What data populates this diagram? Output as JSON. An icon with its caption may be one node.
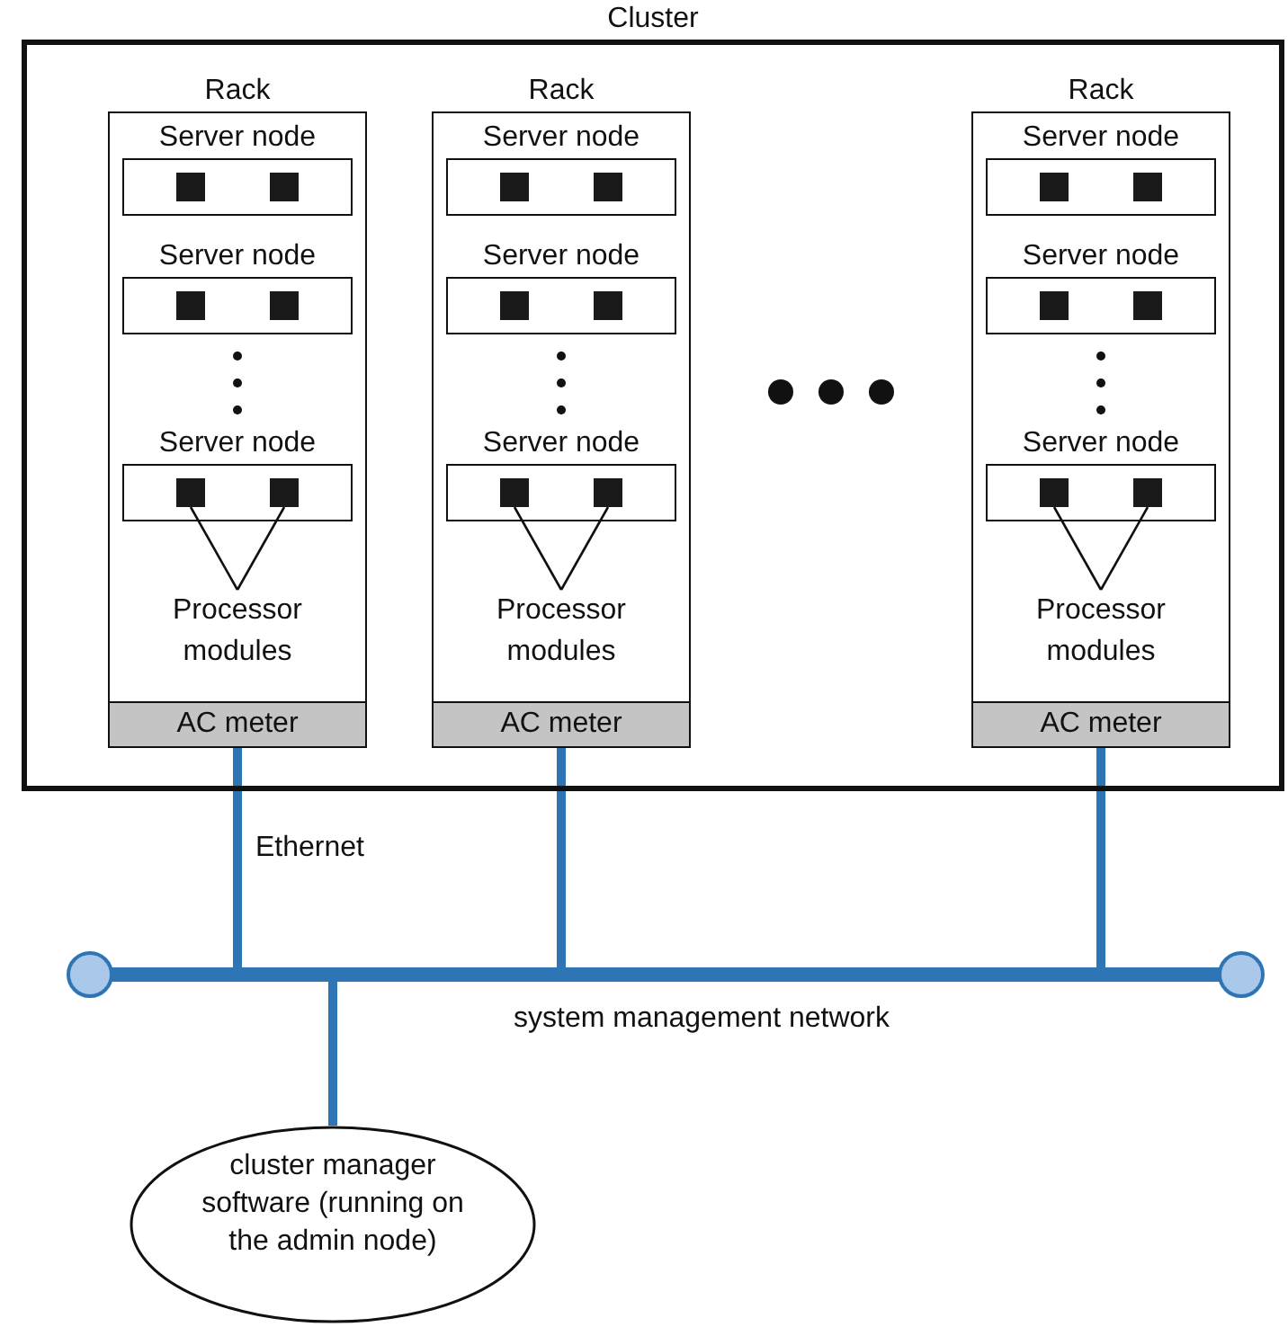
{
  "diagram": {
    "nodes": [
      {
        "text": [
          "Cluster"
        ]
      },
      {
        "text": [
          "Rack"
        ],
        "in": 0
      },
      {
        "text": [
          "Server node"
        ],
        "in": 1
      },
      {
        "text": [],
        "shape": "box",
        "in": 2
      },
      {
        "text": [],
        "shape": "box",
        "in": 2
      },
      {
        "text": [
          "Server node"
        ],
        "in": 1
      },
      {
        "text": [],
        "shape": "box",
        "in": 5
      },
      {
        "text": [],
        "shape": "box",
        "in": 5
      },
      {
        "text": [
          "Server node"
        ],
        "in": 1
      },
      {
        "text": [],
        "shape": "box",
        "in": 8
      },
      {
        "text": [],
        "shape": "box",
        "in": 8
      },
      {
        "text": [
          "Processor modules"
        ],
        "in": 1
      },
      {
        "text": [
          "AC meter"
        ],
        "in": 1
      },
      {
        "text": [
          "Rack"
        ],
        "in": 0
      },
      {
        "text": [
          "Server node"
        ],
        "in": 13
      },
      {
        "text": [],
        "shape": "box",
        "in": 14
      },
      {
        "text": [],
        "shape": "box",
        "in": 14
      },
      {
        "text": [
          "Server node"
        ],
        "in": 13
      },
      {
        "text": [],
        "shape": "box",
        "in": 17
      },
      {
        "text": [],
        "shape": "box",
        "in": 17
      },
      {
        "text": [
          "Server node"
        ],
        "in": 13
      },
      {
        "text": [],
        "shape": "box",
        "in": 20
      },
      {
        "text": [],
        "shape": "box",
        "in": 20
      },
      {
        "text": [
          "Processor modules"
        ],
        "in": 13
      },
      {
        "text": [
          "AC meter"
        ],
        "in": 13
      },
      {
        "text": [
          "Rack"
        ],
        "in": 0
      },
      {
        "text": [
          "Server node"
        ],
        "in": 25
      },
      {
        "text": [],
        "shape": "box",
        "in": 26
      },
      {
        "text": [],
        "shape": "box",
        "in": 26
      },
      {
        "text": [
          "Server node"
        ],
        "in": 25
      },
      {
        "text": [],
        "shape": "box",
        "in": 29
      },
      {
        "text": [],
        "shape": "box",
        "in": 29
      },
      {
        "text": [
          "Server node"
        ],
        "in": 25
      },
      {
        "text": [],
        "shape": "box",
        "in": 32
      },
      {
        "text": [],
        "shape": "box",
        "in": 32
      },
      {
        "text": [
          "Processor modules"
        ],
        "in": 25
      },
      {
        "text": [
          "AC meter"
        ],
        "in": 25
      },
      {
        "text": [
          "system management network"
        ]
      },
      {
        "text": [
          "cluster manager software (running on the admin node)"
        ]
      }
    ],
    "edges": [
      {
        "from": 11,
        "to": 9,
        "arrow": "none"
      },
      {
        "from": 11,
        "to": 10,
        "arrow": "none"
      },
      {
        "from": 23,
        "to": 21,
        "arrow": "none"
      },
      {
        "from": 23,
        "to": 22,
        "arrow": "none"
      },
      {
        "from": 35,
        "to": 33,
        "arrow": "none"
      },
      {
        "from": 35,
        "to": 34,
        "arrow": "none"
      },
      {
        "from": 12,
        "to": 37,
        "arrow": "none",
        "label": "Ethernet",
        "style": "thick",
        "color": "#2e75b6"
      },
      {
        "from": 24,
        "to": 37,
        "arrow": "none",
        "style": "thick",
        "color": "#2e75b6"
      },
      {
        "from": 36,
        "to": 37,
        "arrow": "none",
        "style": "thick",
        "color": "#2e75b6"
      },
      {
        "from": 37,
        "to": 38,
        "arrow": "none",
        "style": "thick",
        "color": "#2e75b6"
      }
    ]
  }
}
